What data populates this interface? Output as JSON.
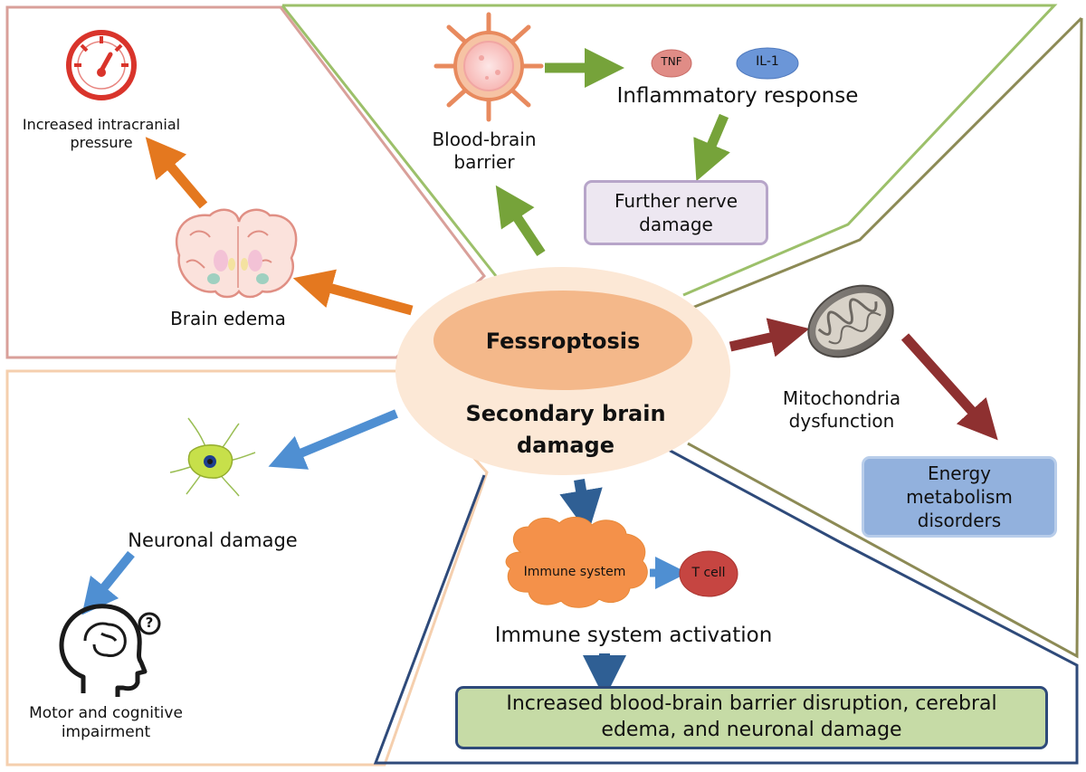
{
  "center": {
    "inner_label": "Fessroptosis",
    "outer_label": "Secondary brain damage"
  },
  "left_top": {
    "pressure_label": "Increased intracranial pressure",
    "edema_label": "Brain edema"
  },
  "top": {
    "bbb_label": "Blood-brain barrier",
    "tnf_label": "TNF",
    "il1_label": "IL-1",
    "inflammatory_label": "Inflammatory response",
    "nerve_damage_label": "Further nerve damage"
  },
  "right": {
    "mito_label": "Mitochondria dysfunction",
    "energy_label": "Energy metabolism disorders"
  },
  "bottom": {
    "immune_system_label": "Immune system",
    "tcell_label": "T cell",
    "activation_label": "Immune system activation",
    "result_label": "Increased blood-brain barrier disruption, cerebral edema, and neuronal damage"
  },
  "left_bottom": {
    "neuronal_label": "Neuronal damage",
    "motor_label": "Motor and cognitive impairment",
    "question_mark": "?"
  },
  "colors": {
    "pink_frame": "#d9a09a",
    "green_frame": "#9cc06a",
    "olive_frame": "#8c8a55",
    "navy_frame": "#2e4a7a",
    "peach_frame": "#f5cfae",
    "orange_arrow": "#e4781f",
    "green_arrow": "#76a33a",
    "maroon_arrow": "#8e3030",
    "blue_arrow": "#4f8fd2",
    "navy_arrow": "#2f5f94"
  }
}
